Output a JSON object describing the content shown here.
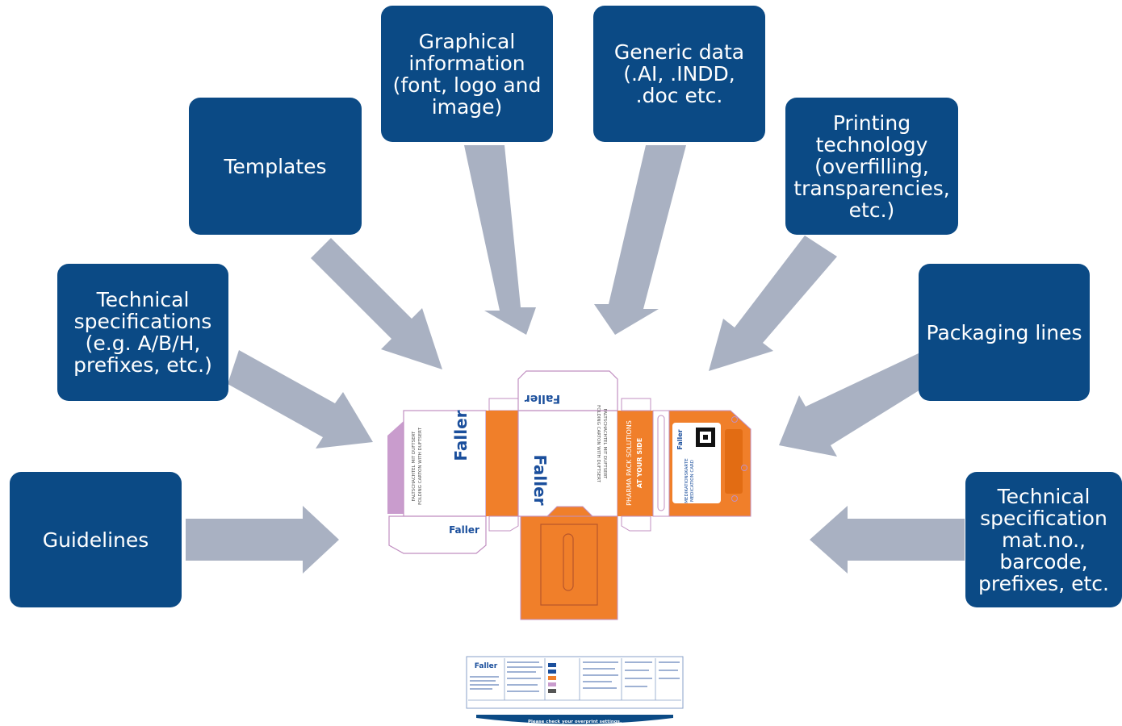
{
  "inputs": [
    {
      "id": "guidelines",
      "label": "Guidelines"
    },
    {
      "id": "technical-specifications",
      "label": "Technical\nspecifications\n(e.g. A/B/H,\nprefixes, etc.)"
    },
    {
      "id": "templates",
      "label": "Templates"
    },
    {
      "id": "graphical-information",
      "label": "Graphical\ninformation\n(font, logo and\nimage)"
    },
    {
      "id": "generic-data",
      "label": "Generic data\n(.AI, .INDD,\n.doc etc."
    },
    {
      "id": "printing-technology",
      "label": "Printing\ntechnology\n(overfilling,\ntransparencies,\netc.)"
    },
    {
      "id": "packaging-lines",
      "label": "Packaging lines"
    },
    {
      "id": "technical-specification",
      "label": "Technical\nspecification\nmat.no.,\nbarcode,\nprefixes, etc."
    }
  ],
  "carton": {
    "brand": "Faller",
    "side_text_1": "FALTSCHACHTEL MIT DUFTSERT",
    "side_text_2": "FOLDING CARTON WITH DUFTSERT",
    "slogan_1": "PHARMA PACK SOLUTIONS",
    "slogan_2": "AT YOUR SIDE",
    "card_title_1": "MEDIKATIONSKARTE",
    "card_title_2": "MEDICATION CARD"
  },
  "proof_sheet": {
    "brand": "Faller",
    "footer": "Please check your overprint settings."
  },
  "colors": {
    "box_blue": "#0b4a85",
    "arrow_gray": "#a9b1c2",
    "orange": "#f07f2a",
    "outline_purple": "#c18fc1",
    "fill_purple": "#c99ccd"
  }
}
